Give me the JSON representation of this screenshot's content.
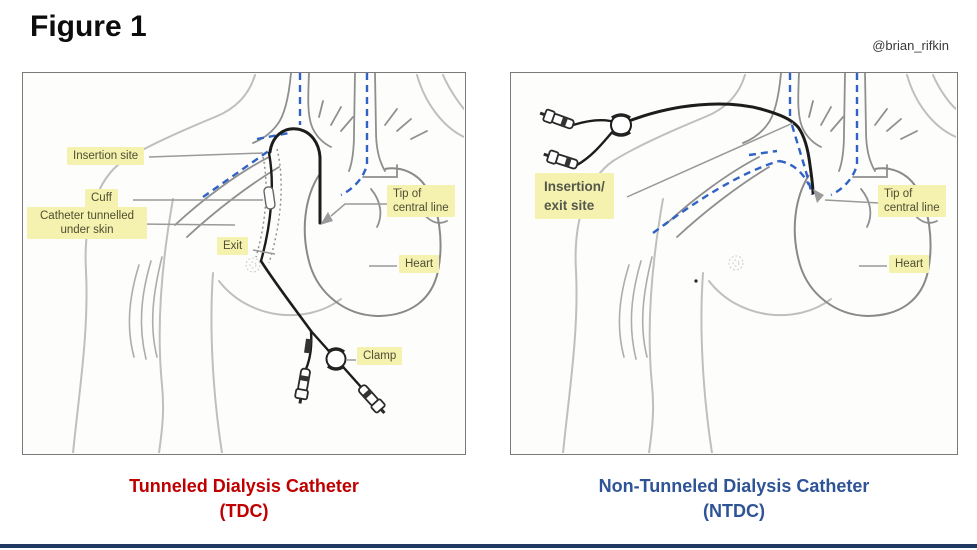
{
  "header": {
    "figure_label": "Figure 1",
    "credit": "@brian_rifkin"
  },
  "colors": {
    "label_background": "#F5F1AE",
    "label_text": "#4E4E33",
    "vein_dashed_blue": "#2F62C4",
    "catheter_black": "#1C1C1C",
    "vessel_gray": "#8F8F8F",
    "body_outline_gray": "#BFBFBF",
    "tdc_caption_red": "#C00000",
    "ntdc_caption_blue": "#2F5496",
    "footer_bar_navy": "#1F3864"
  },
  "panels": {
    "tdc": {
      "caption": {
        "line1": "Tunneled Dialysis Catheter",
        "line2": "(TDC)"
      },
      "labels": {
        "insertion_site": "Insertion site",
        "cuff": "Cuff",
        "tunnel": "Catheter tunnelled\nunder skin",
        "exit": "Exit",
        "tip": "Tip of\ncentral line",
        "heart": "Heart",
        "clamp": "Clamp"
      }
    },
    "ntdc": {
      "caption": {
        "line1": "Non-Tunneled Dialysis Catheter",
        "line2": "(NTDC)"
      },
      "labels": {
        "insertion_exit": "Insertion/\nexit site",
        "tip": "Tip of\ncentral line",
        "heart": "Heart"
      }
    }
  }
}
